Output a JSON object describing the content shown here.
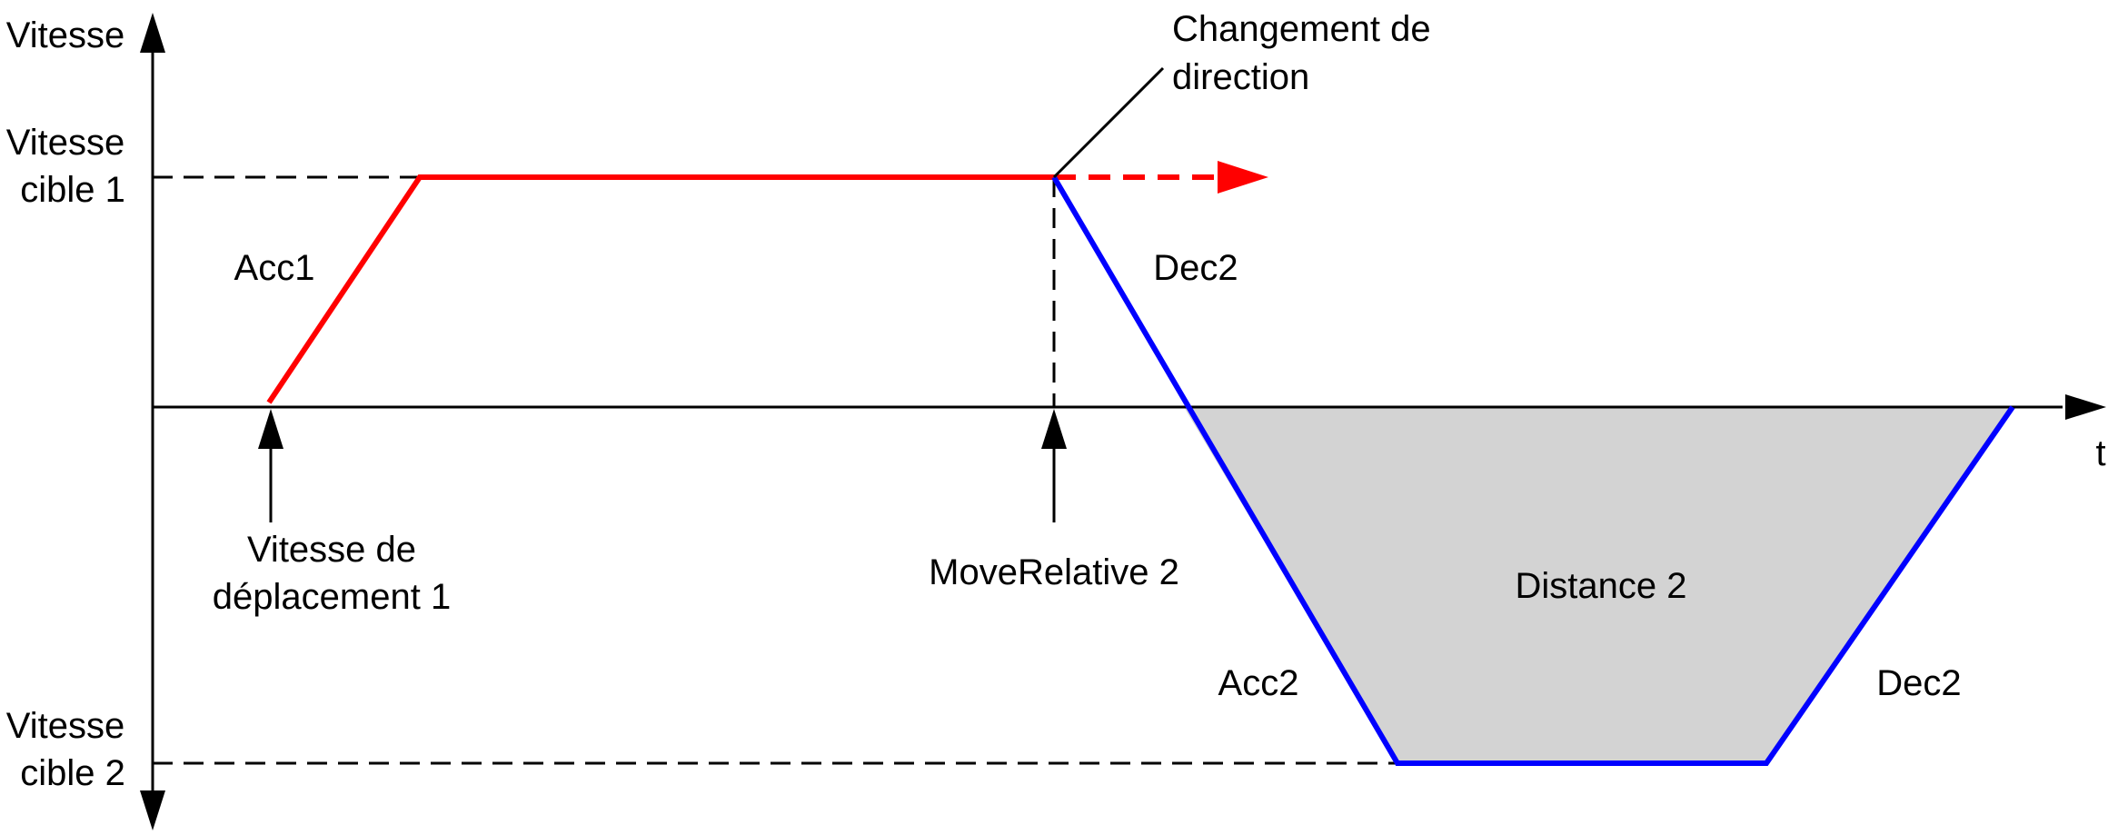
{
  "labels": {
    "y_axis": "Vitesse",
    "x_axis": "t",
    "target1_line1": "Vitesse",
    "target1_line2": "cible 1",
    "target2_line1": "Vitesse",
    "target2_line2": "cible 2",
    "acc1": "Acc1",
    "dec2_top": "Dec2",
    "acc2": "Acc2",
    "dec2_bottom": "Dec2",
    "direction_change_line1": "Changement de",
    "direction_change_line2": "direction",
    "travel_speed_line1": "Vitesse de",
    "travel_speed_line2": "déplacement 1",
    "move_relative": "MoveRelative 2",
    "distance": "Distance 2"
  },
  "colors": {
    "profile_1": "#ff0000",
    "profile_2": "#0000ff",
    "distance_fill": "#d3d3d3",
    "axis": "#000000"
  }
}
